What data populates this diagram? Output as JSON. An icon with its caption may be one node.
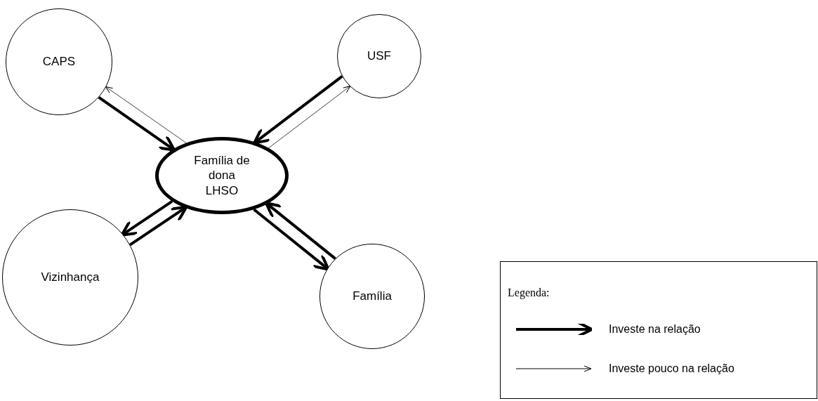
{
  "diagram": {
    "nodes": [
      {
        "text": [
          "CAPS"
        ]
      },
      {
        "text": [
          "USF"
        ]
      },
      {
        "text": [
          "Família de dona LHSO"
        ]
      },
      {
        "text": [
          "Vizinhança"
        ]
      },
      {
        "text": [
          "Família"
        ]
      }
    ],
    "edges": [
      {
        "from": 0,
        "to": 2,
        "arrow": "to"
      },
      {
        "from": 2,
        "to": 0,
        "arrow": "to",
        "color": "#404040"
      },
      {
        "from": 1,
        "to": 2,
        "arrow": "to"
      },
      {
        "from": 2,
        "to": 1,
        "arrow": "to",
        "color": "#404040"
      },
      {
        "from": 3,
        "to": 2,
        "arrow": "to"
      },
      {
        "from": 2,
        "to": 3,
        "arrow": "to"
      },
      {
        "from": 2,
        "to": 4,
        "arrow": "to"
      },
      {
        "from": 4,
        "to": 2,
        "arrow": "to"
      }
    ],
    "labels": [
      "Legenda:"
    ],
    "legend": [
      {
        "text": "Investe na relação"
      },
      {
        "text": "Investe pouco na relação"
      }
    ]
  }
}
